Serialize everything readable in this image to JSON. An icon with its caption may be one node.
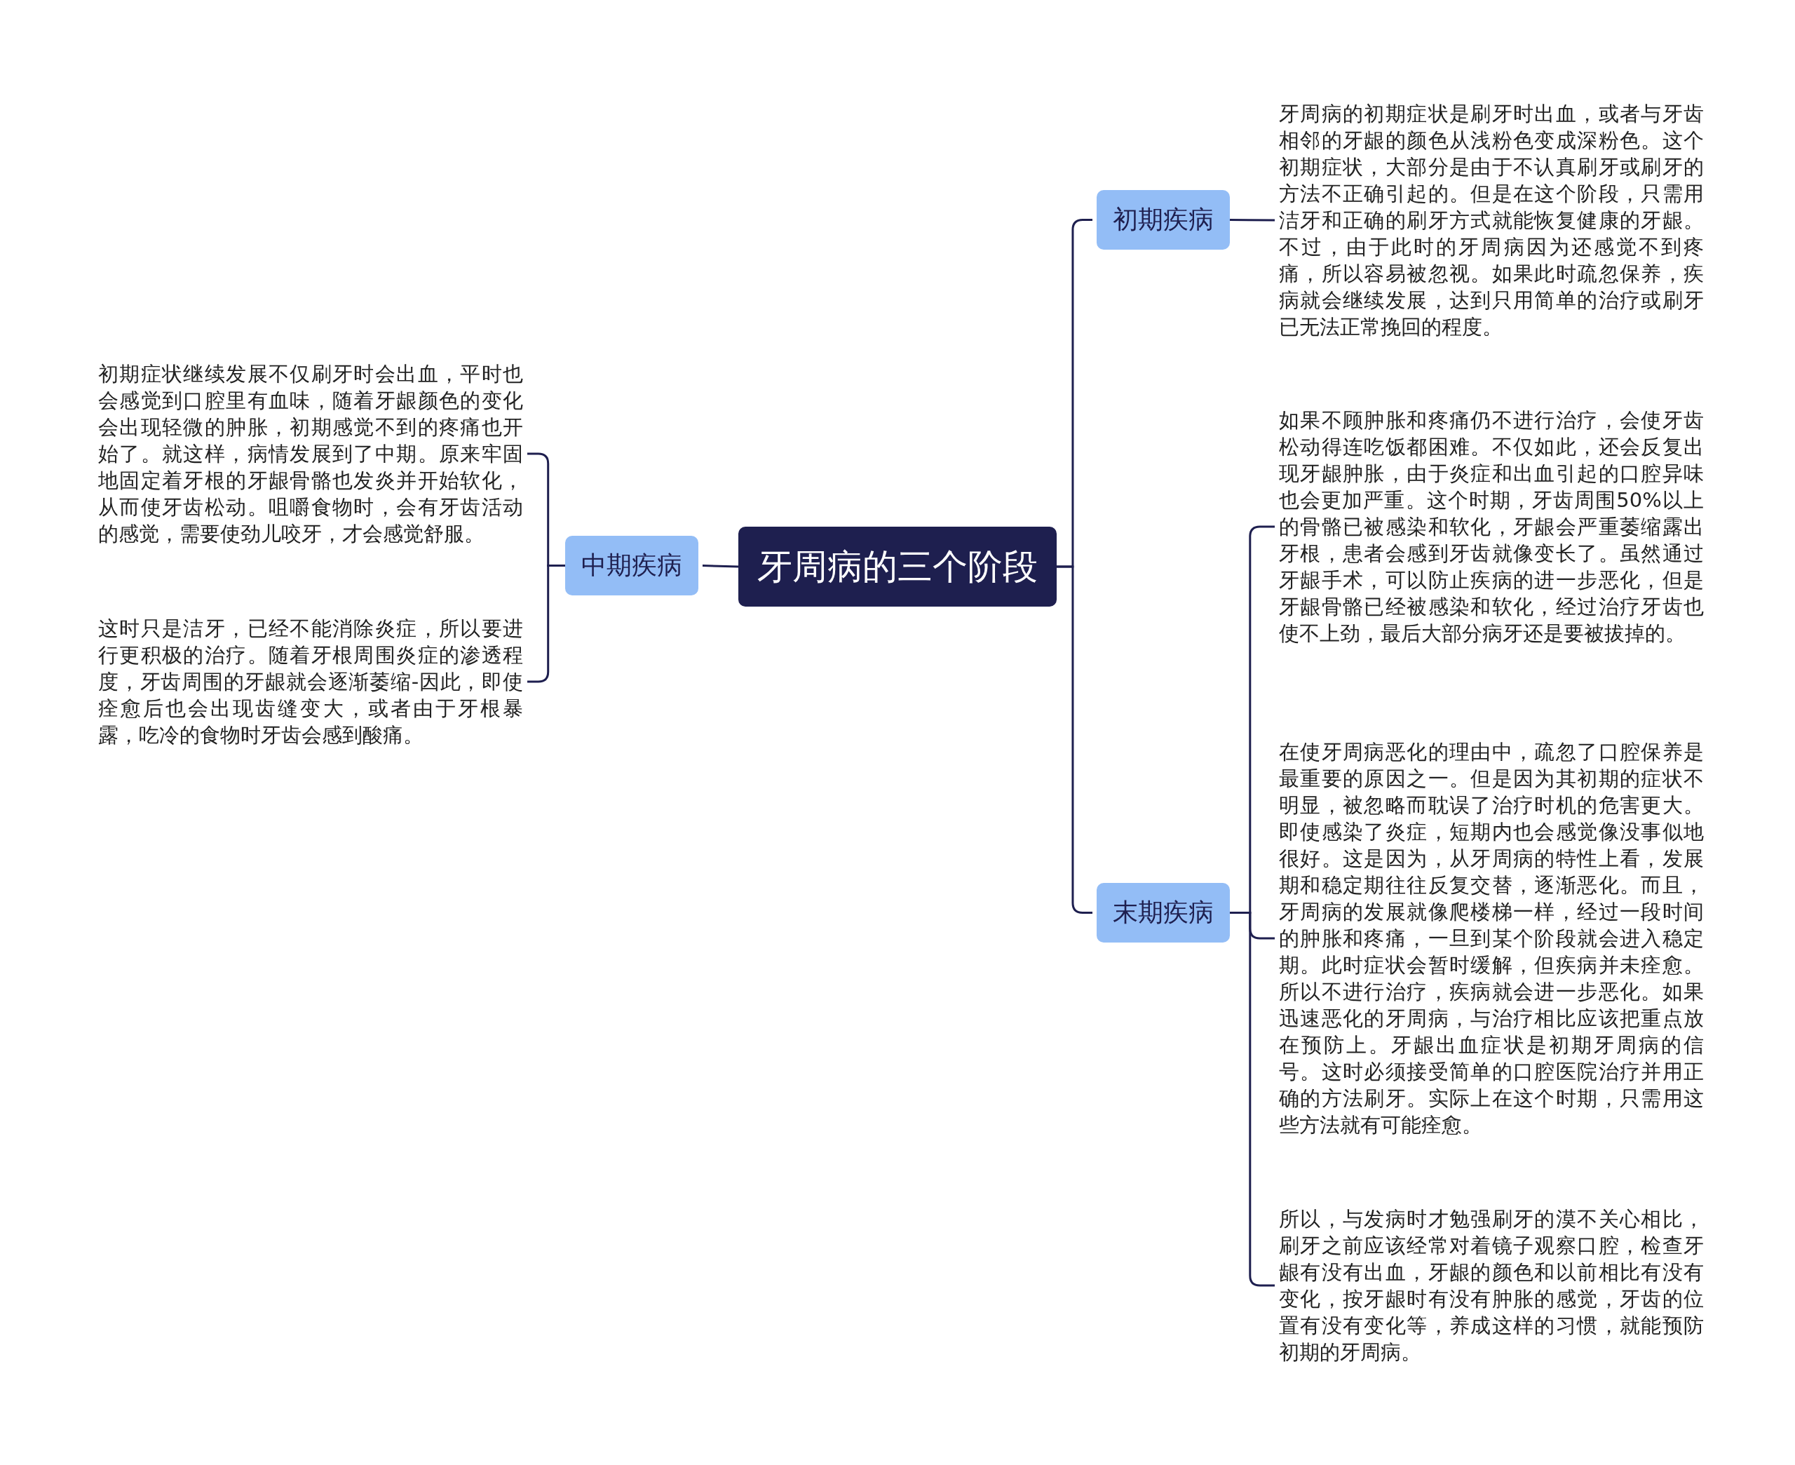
{
  "diagram": {
    "nodes": [
      {
        "text": [
          "牙周病的三个阶段"
        ]
      },
      {
        "text": [
          "初期疾病"
        ]
      },
      {
        "text": [
          "牙周病的初期症状是刷牙时出血，或者与牙齿相邻的牙龈的颜色从浅粉色变成深粉色。这个初期症状，大部分是由于不认真刷牙或刷牙的方法不正确引起的。但是在这个阶段，只需用洁牙和正确的刷牙方式就能恢复健康的牙龈。不过，由于此时的牙周病因为还感觉不到疼痛，所以容易被忽视。如果此时疏忽保养，疾病就会继续发展，达到只用简单的治疗或刷牙已无法正常挽回的程度。"
        ]
      },
      {
        "text": [
          "中期疾病"
        ]
      },
      {
        "text": [
          "初期症状继续发展不仅刷牙时会出血，平时也会感觉到口腔里有血味，随着牙龈颜色的变化会出现轻微的肿胀，初期感觉不到的疼痛也开始了。就这样，病情发展到了中期。原来牢固地固定着牙根的牙龈骨骼也发炎并开始软化，从而使牙齿松动。咀嚼食物时，会有牙齿活动的感觉，需要使劲儿咬牙，才会感觉舒服。"
        ]
      },
      {
        "text": [
          "这时只是洁牙，已经不能消除炎症，所以要进行更积极的治疗。随着牙根周围炎症的渗透程度，牙齿周围的牙龈就会逐渐萎缩-因此，即使痊愈后也会出现齿缝变大，或者由于牙根暴露，吃冷的食物时牙齿会感到酸痛。"
        ]
      },
      {
        "text": [
          "末期疾病"
        ]
      },
      {
        "text": [
          "如果不顾肿胀和疼痛仍不进行治疗，会使牙齿松动得连吃饭都困难。不仅如此，还会反复出现牙龈肿胀，由于炎症和出血引起的口腔异味也会更加严重。这个时期，牙齿周围50%以上的骨骼已被感染和软化，牙龈会严重萎缩露出牙根，患者会感到牙齿就像变长了。虽然通过牙龈手术，可以防止疾病的进一步恶化，但是牙龈骨骼已经被感染和软化，经过治疗牙齿也使不上劲，最后大部分病牙还是要被拔掉的。"
        ]
      },
      {
        "text": [
          "在使牙周病恶化的理由中，疏忽了口腔保养是最重要的原因之一。但是因为其初期的症状不明显，被忽略而耽误了治疗时机的危害更大。即使感染了炎症，短期内也会感觉像没事似地很好。这是因为，从牙周病的特性上看，发展期和稳定期往往反复交替，逐渐恶化。而且，牙周病的发展就像爬楼梯一样，经过一段时间的肿胀和疼痛，一旦到某个阶段就会进入稳定期。此时症状会暂时缓解，但疾病并未痊愈。所以不进行治疗，疾病就会进一步恶化。如果迅速恶化的牙周病，与治疗相比应该把重点放在预防上。牙龈出血症状是初期牙周病的信号。这时必须接受简单的口腔医院治疗并用正确的方法刷牙。实际上在这个时期，只需用这些方法就有可能痊愈。"
        ]
      },
      {
        "text": [
          "所以，与发病时才勉强刷牙的漠不关心相比，刷牙之前应该经常对着镜子观察口腔，检查牙龈有没有出血，牙龈的颜色和以前相比有没有变化，按牙龈时有没有肿胀的感觉，牙齿的位置有没有变化等，养成这样的习惯，就能预防初期的牙周病。"
        ]
      }
    ],
    "edges": [
      {
        "from": 0,
        "to": 1,
        "arrow": "none"
      },
      {
        "from": 0,
        "to": 3,
        "arrow": "none"
      },
      {
        "from": 0,
        "to": 6,
        "arrow": "none"
      },
      {
        "from": 1,
        "to": 2,
        "arrow": "none"
      },
      {
        "from": 3,
        "to": 4,
        "arrow": "none"
      },
      {
        "from": 3,
        "to": 5,
        "arrow": "none"
      },
      {
        "from": 6,
        "to": 7,
        "arrow": "none"
      },
      {
        "from": 6,
        "to": 8,
        "arrow": "none"
      },
      {
        "from": 6,
        "to": 9,
        "arrow": "none"
      }
    ]
  }
}
